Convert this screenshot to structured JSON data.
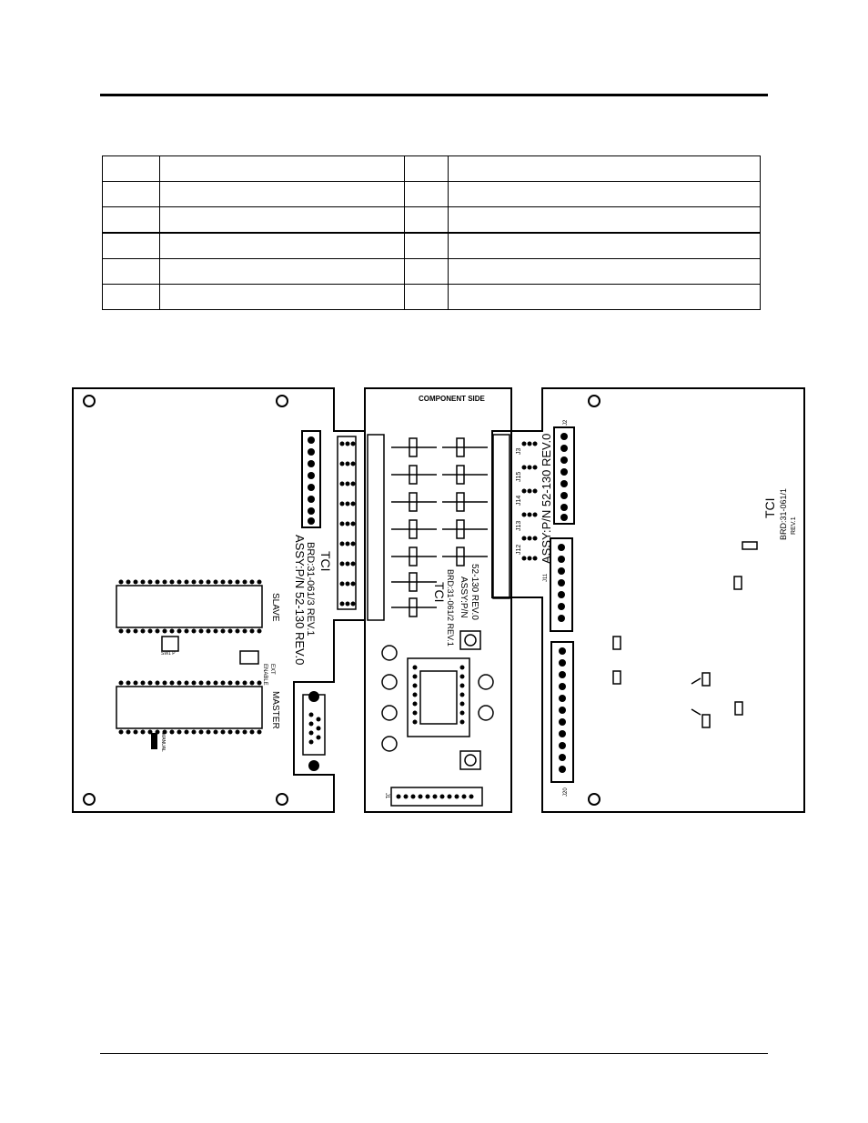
{
  "table": {
    "rows": [
      [
        "",
        "",
        "",
        ""
      ],
      [
        "",
        "",
        "",
        ""
      ],
      [
        "",
        "",
        "",
        ""
      ],
      [
        "",
        "",
        "",
        ""
      ],
      [
        "",
        "",
        "",
        ""
      ],
      [
        "",
        "",
        "",
        ""
      ]
    ]
  },
  "drawing": {
    "left_board": {
      "label_tci": "TCI",
      "label_brd": "BRD:31-061/3 REV.1",
      "label_assy": "ASSY:P/N 52-130 REV.0",
      "chip_slave": "SLAVE",
      "chip_master": "MASTER",
      "label_manual": "MANUAL",
      "label_enable": "ENABLE",
      "label_ext": "EXT",
      "label_dip": "SW1 P"
    },
    "middle_board": {
      "header": "COMPONENT SIDE",
      "label_tci": "TCI",
      "label_brd": "BRD:31-061/2 REV.1",
      "label_assy": "ASSY:P/N",
      "label_pn": "52-130 REV.0",
      "j1": "J1"
    },
    "right_board": {
      "label_tci": "TCI",
      "label_brd": "BRD:31-061/1",
      "label_rev": "REV.1",
      "label_assy": "ASSY:P/N 52-130 REV.0",
      "j2": "J2",
      "j11": "J11",
      "j20": "J20",
      "j12": "J12",
      "j13": "J13",
      "j14": "J14",
      "j15": "J15",
      "j3": "J3"
    }
  }
}
